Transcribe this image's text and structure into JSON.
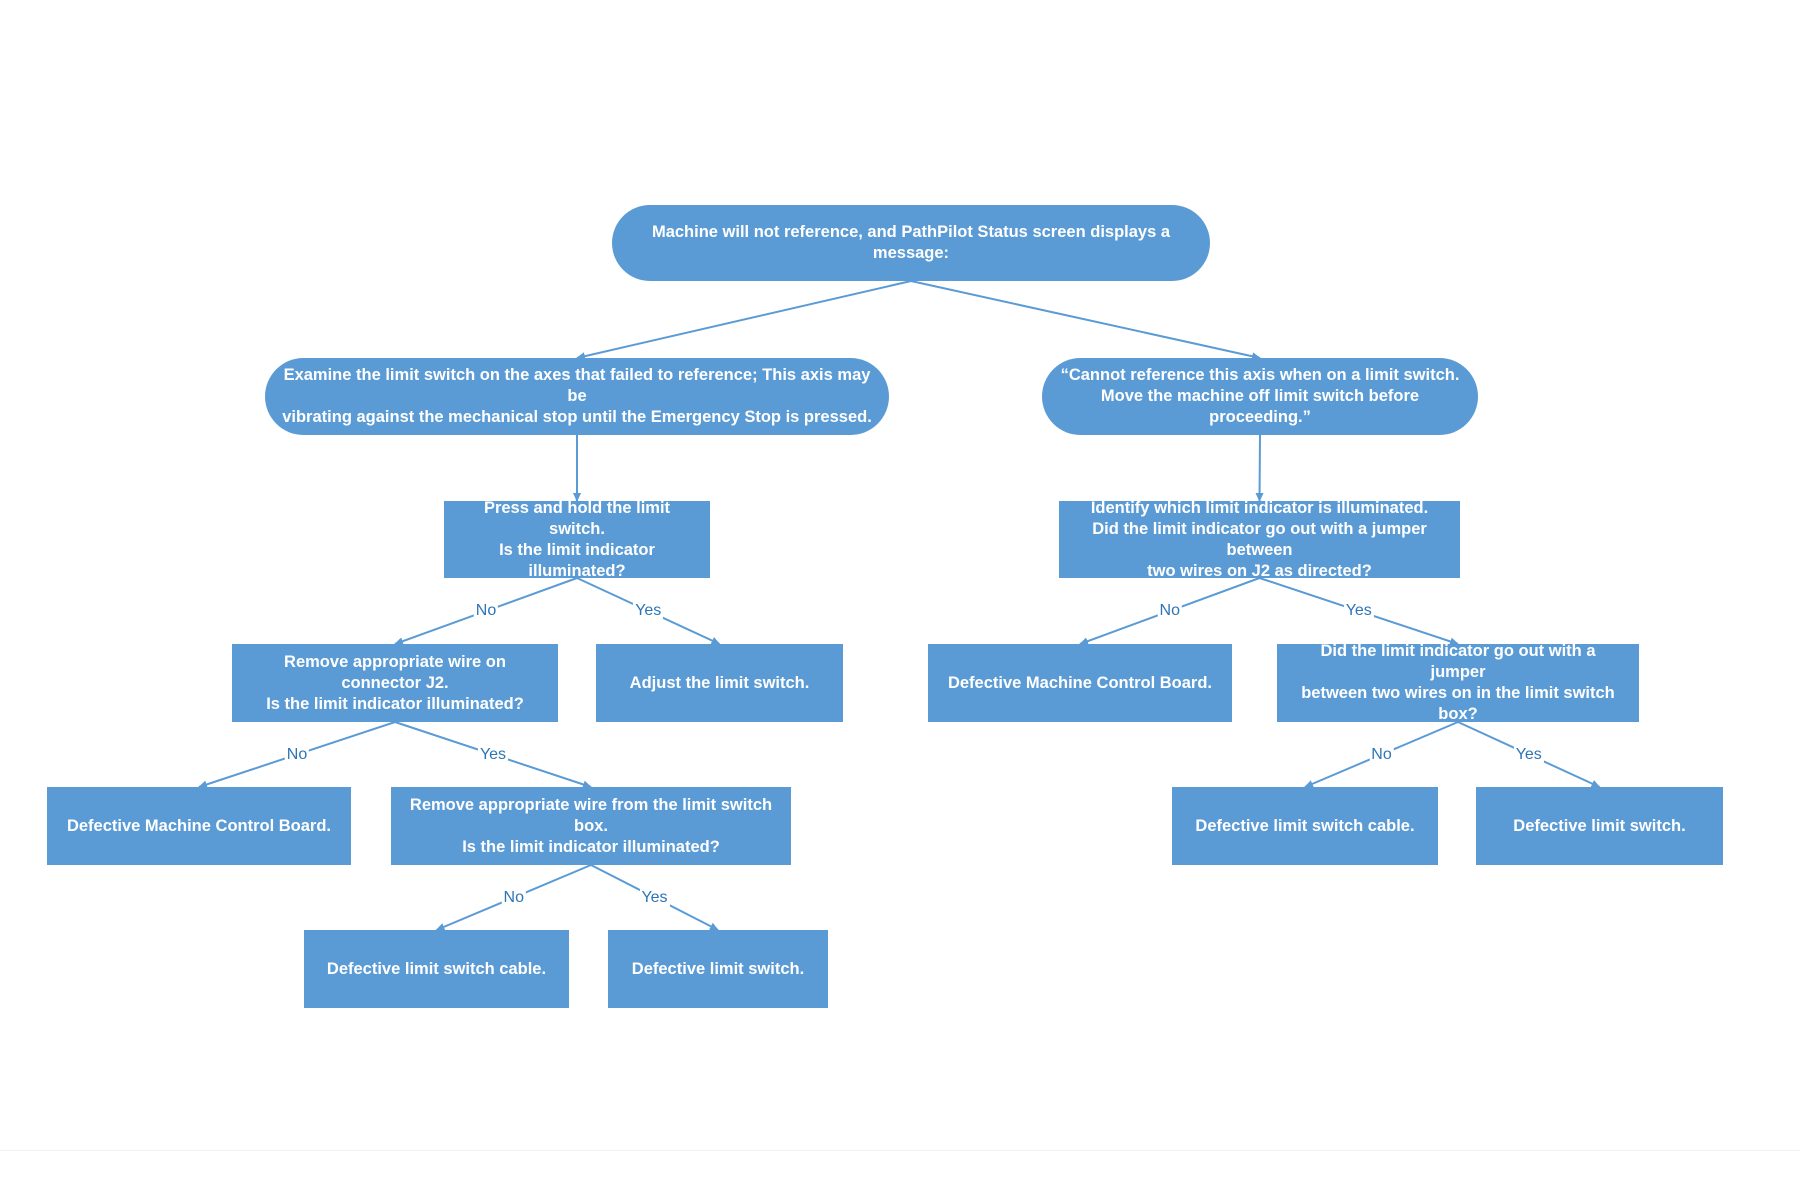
{
  "colors": {
    "box": "#5b9bd5",
    "line": "#5b9bd5",
    "edge_label": "#2e75b6",
    "text": "#ffffff"
  },
  "nodes": {
    "start": "Machine will not reference, and PathPilot Status screen displays a message:",
    "examine": "Examine the limit switch on the axes that failed to reference; This axis may be\nvibrating against the mechanical stop until the Emergency Stop is pressed.",
    "cannot_ref": "“Cannot reference this axis when on a limit switch.\nMove the machine off limit switch before proceeding.”",
    "press_hold": "Press and hold the limit switch.\nIs the limit indicator illuminated?",
    "identify": "Identify which limit indicator is illuminated.\nDid the limit indicator go out with a jumper between\ntwo wires on J2 as directed?",
    "remove_j2": "Remove appropriate wire on connector J2.\nIs the limit indicator illuminated?",
    "adjust": "Adjust the limit switch.",
    "defective_board_right": "Defective Machine Control Board.",
    "jumper_box": "Did the limit indicator go out with a jumper\nbetween two wires on in the limit switch box?",
    "defective_board_left": "Defective Machine Control Board.",
    "remove_box": "Remove appropriate wire from the limit switch box.\nIs the limit indicator illuminated?",
    "cable_right": "Defective limit switch cable.",
    "switch_right": "Defective limit switch.",
    "cable_left": "Defective limit switch cable.",
    "switch_left": "Defective limit switch."
  },
  "edges": [
    {
      "id": "e1",
      "from": "start",
      "to": "examine",
      "label": ""
    },
    {
      "id": "e2",
      "from": "start",
      "to": "cannot_ref",
      "label": ""
    },
    {
      "id": "e3",
      "from": "examine",
      "to": "press_hold",
      "label": ""
    },
    {
      "id": "e4",
      "from": "cannot_ref",
      "to": "identify",
      "label": ""
    },
    {
      "id": "e5",
      "from": "press_hold",
      "to": "remove_j2",
      "label": "No"
    },
    {
      "id": "e6",
      "from": "press_hold",
      "to": "adjust",
      "label": "Yes"
    },
    {
      "id": "e7",
      "from": "identify",
      "to": "defective_board_right",
      "label": "No"
    },
    {
      "id": "e8",
      "from": "identify",
      "to": "jumper_box",
      "label": "Yes"
    },
    {
      "id": "e9",
      "from": "remove_j2",
      "to": "defective_board_left",
      "label": "No"
    },
    {
      "id": "e10",
      "from": "remove_j2",
      "to": "remove_box",
      "label": "Yes"
    },
    {
      "id": "e11",
      "from": "jumper_box",
      "to": "cable_right",
      "label": "No"
    },
    {
      "id": "e12",
      "from": "jumper_box",
      "to": "switch_right",
      "label": "Yes"
    },
    {
      "id": "e13",
      "from": "remove_box",
      "to": "cable_left",
      "label": "No"
    },
    {
      "id": "e14",
      "from": "remove_box",
      "to": "switch_left",
      "label": "Yes"
    }
  ]
}
